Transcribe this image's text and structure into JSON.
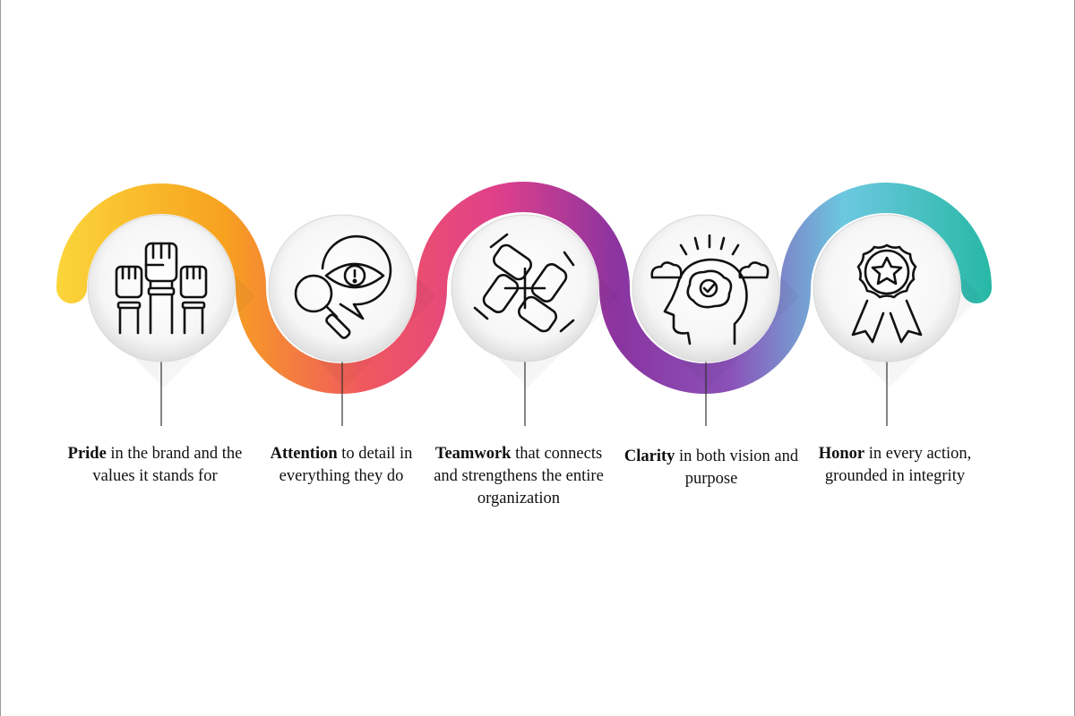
{
  "colors": {
    "pride": "#f9c623",
    "attention": "#f48a3a",
    "teamwork": "#d03d8a",
    "clarity": "#7a3ea6",
    "honor": "#2bbfa8"
  },
  "steps": [
    {
      "keyword": "Pride",
      "text": " in the brand and the values it stands for",
      "icon": "raised-fists-icon"
    },
    {
      "keyword": "Attention",
      "text": " to detail in everything they do",
      "icon": "magnifier-eye-icon"
    },
    {
      "keyword": "Teamwork",
      "text": " that connects and strengthens the entire organization",
      "icon": "joined-hands-icon"
    },
    {
      "keyword": "Clarity",
      "text": " in both vision and purpose",
      "icon": "head-brain-icon"
    },
    {
      "keyword": "Honor",
      "text": " in every action, grounded in integrity",
      "icon": "award-badge-icon"
    }
  ]
}
